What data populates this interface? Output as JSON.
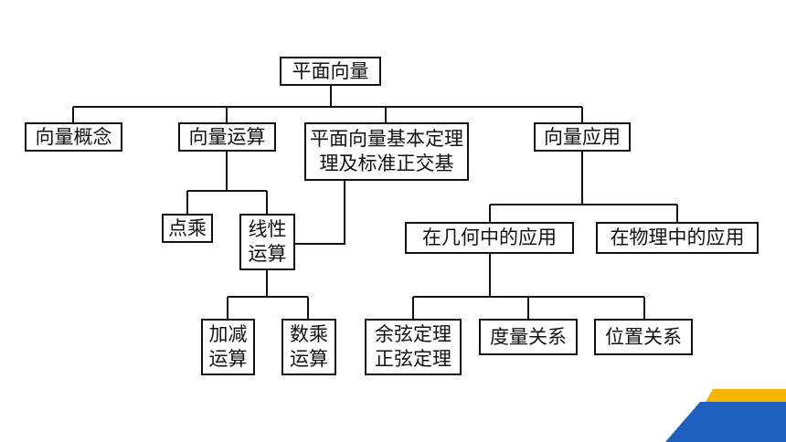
{
  "diagram": {
    "root": "平面向量",
    "concept": "向量概念",
    "operations": "向量运算",
    "basic_theorem": "平面向量基本定理\n理及标准正交基",
    "applications": "向量应用",
    "dot_product": "点乘",
    "linear_operations": "线性\n运算",
    "add_subtract": "加减\n运算",
    "scalar_multiply": "数乘\n运算",
    "geometry_applications": "在几何中的应用",
    "physics_applications": "在物理中的应用",
    "cos_sin_theorem": "余弦定理\n正弦定理",
    "metric_relations": "度量关系",
    "position_relations": "位置关系"
  },
  "colors": {
    "line": "#111111",
    "accent_blue": "#1f5fbf",
    "accent_yellow": "#f4b400"
  }
}
